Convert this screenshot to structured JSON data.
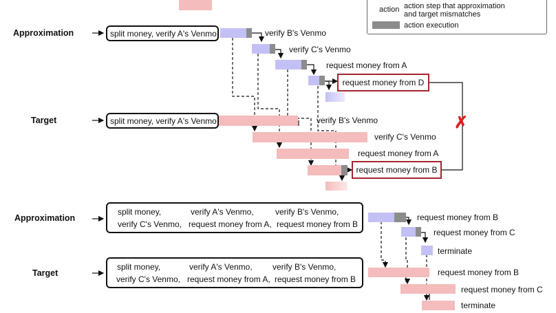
{
  "legend": {
    "action_label": "action",
    "mismatch_text_line1": "action step that approximation",
    "mismatch_text_line2": "and target mismatches",
    "execution_text": "action execution"
  },
  "top": {
    "approx_label": "Approximation",
    "target_label": "Target",
    "approx_box": "split money, verify A's Venmo",
    "target_box": "split money, verify A's Venmo",
    "approx_steps": [
      "verify B's Venmo",
      "verify C's Venmo",
      "request money from A",
      "request money from D"
    ],
    "target_steps": [
      "verify B's Venmo",
      "verify C's Venmo",
      "request money from A",
      "request money from B"
    ]
  },
  "bottom": {
    "approx_label": "Approximation",
    "target_label": "Target",
    "approx_box": {
      "row1": [
        "split money,",
        "verify A's Venmo,",
        "verify B's Venmo,"
      ],
      "row2": [
        "verify C's Venmo,",
        "request money from A,",
        "request money from B"
      ]
    },
    "target_box": {
      "row1": [
        "split money,",
        "verify A's Venmo,",
        "verify B's Venmo,"
      ],
      "row2": [
        "verify C's Venmo,",
        "request money from A,",
        "request money from B"
      ]
    },
    "approx_steps": [
      "request money from B",
      "request money from C",
      "terminate"
    ],
    "target_steps": [
      "request money from B",
      "request money from C",
      "terminate"
    ]
  },
  "colors": {
    "approximation_action": "#c3c0f6",
    "execution": "#8c8c8c",
    "target_action": "#f4bcbc",
    "mismatch_border": "#a4242f",
    "mismatch_cross": "#e02020"
  }
}
